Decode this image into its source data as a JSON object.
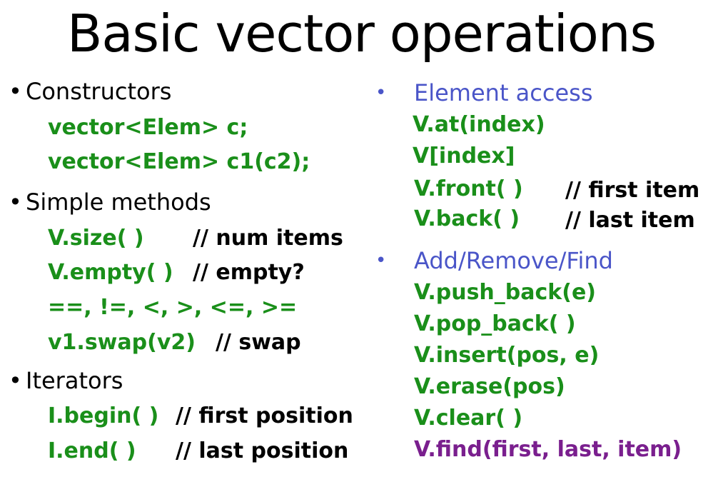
{
  "title": "Basic vector operations",
  "left": {
    "constructors": {
      "bullet": "•",
      "heading": "Constructors",
      "lines": [
        "vector<Elem> c;",
        "vector<Elem> c1(c2);"
      ]
    },
    "simple_methods": {
      "bullet": "•",
      "heading": "Simple methods",
      "rows": [
        {
          "code": "V.size( )",
          "comment": "// num items"
        },
        {
          "code": "V.empty( )",
          "comment": "// empty?"
        },
        {
          "code": "==, !=, <, >, <=, >=",
          "comment": ""
        },
        {
          "code": "v1.swap(v2)",
          "comment": "// swap"
        }
      ]
    },
    "iterators": {
      "bullet": "•",
      "heading": "Iterators",
      "rows": [
        {
          "code": "I.begin( )",
          "comment": "// first position"
        },
        {
          "code": "I.end( )",
          "comment": "// last position"
        }
      ]
    }
  },
  "right": {
    "element_access": {
      "bullet": "•",
      "heading": "Element access",
      "rows": [
        {
          "code": "V.at(index)",
          "comment": ""
        },
        {
          "code": "V[index]",
          "comment": ""
        },
        {
          "code": "V.front( )",
          "comment": "// first item"
        },
        {
          "code": "V.back( )",
          "comment": "// last item"
        }
      ]
    },
    "add_remove_find": {
      "bullet": "•",
      "heading": "Add/Remove/Find",
      "rows": [
        {
          "code": "V.push_back(e)"
        },
        {
          "code": "V.pop_back( )"
        },
        {
          "code": "V.insert(pos, e)"
        },
        {
          "code": "V.erase(pos)"
        },
        {
          "code": "V.clear( )"
        },
        {
          "code": "V.find(first, last, item)"
        }
      ]
    }
  },
  "colors": {
    "code_green": "#1a8f1a",
    "heading_blue": "#4a55c8",
    "find_purple": "#7a1f8e"
  }
}
